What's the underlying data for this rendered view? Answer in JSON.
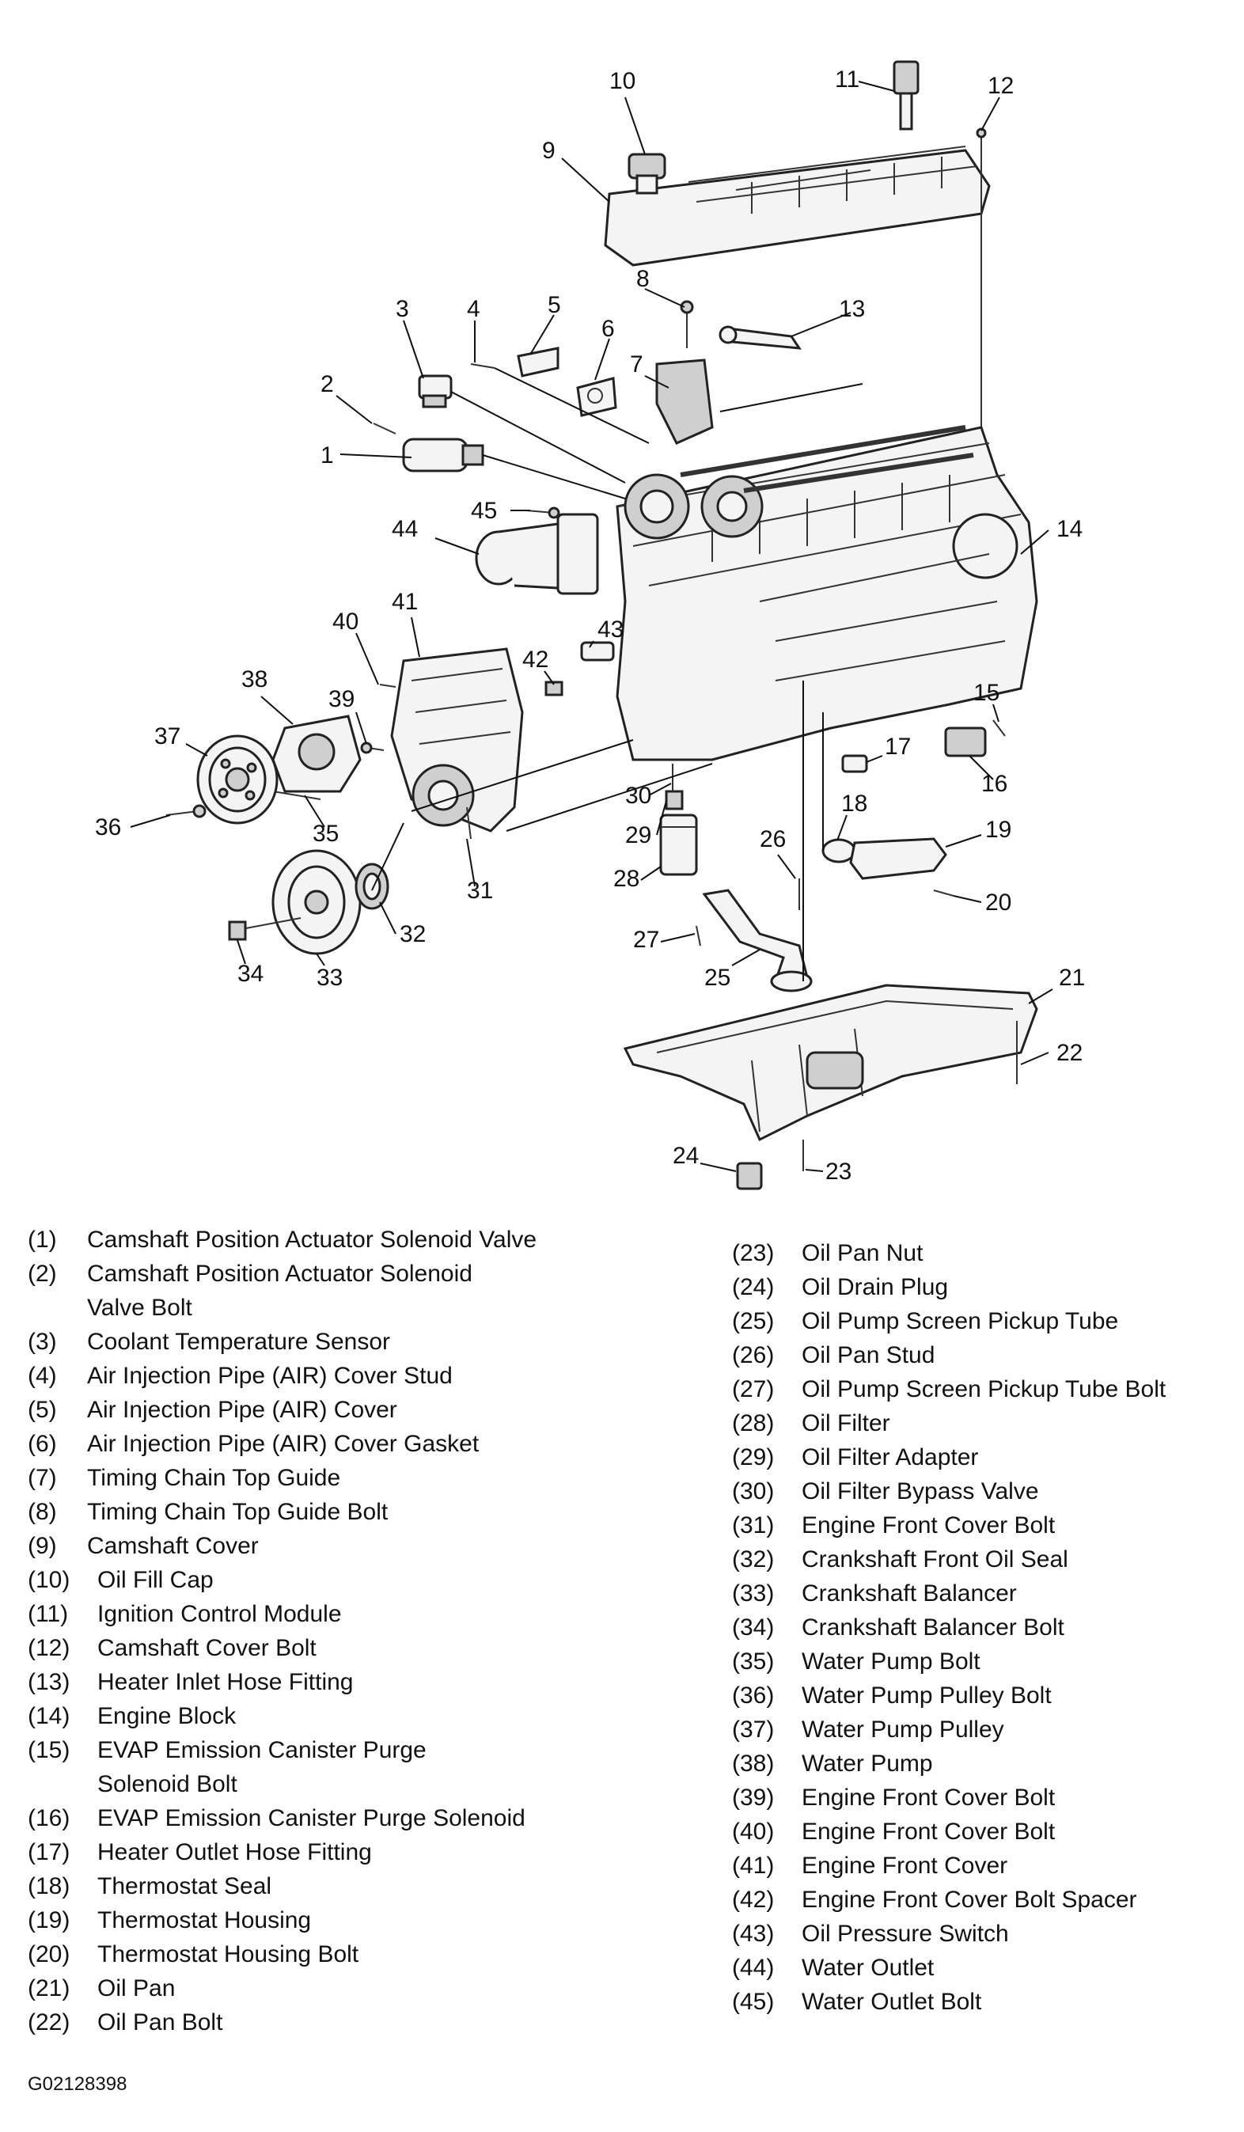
{
  "callouts": [
    "1",
    "2",
    "3",
    "4",
    "5",
    "6",
    "7",
    "8",
    "9",
    "10",
    "11",
    "12",
    "13",
    "14",
    "15",
    "16",
    "17",
    "18",
    "19",
    "20",
    "21",
    "22",
    "23",
    "24",
    "25",
    "26",
    "27",
    "28",
    "29",
    "30",
    "31",
    "32",
    "33",
    "34",
    "35",
    "36",
    "37",
    "38",
    "39",
    "40",
    "41",
    "42",
    "43",
    "44",
    "45"
  ],
  "legend_left": [
    {
      "num": "(1)",
      "text": "Camshaft Position Actuator Solenoid Valve"
    },
    {
      "num": "(2)",
      "text": "Camshaft Position Actuator Solenoid\nValve Bolt"
    },
    {
      "num": "(3)",
      "text": "Coolant Temperature Sensor"
    },
    {
      "num": "(4)",
      "text": "Air Injection Pipe (AIR) Cover Stud"
    },
    {
      "num": "(5)",
      "text": "Air Injection Pipe (AIR) Cover"
    },
    {
      "num": "(6)",
      "text": "Air Injection Pipe (AIR) Cover Gasket"
    },
    {
      "num": "(7)",
      "text": "Timing Chain Top Guide"
    },
    {
      "num": "(8)",
      "text": "Timing Chain Top Guide Bolt"
    },
    {
      "num": "(9)",
      "text": "Camshaft Cover"
    },
    {
      "num": "(10)",
      "text": "Oil Fill Cap"
    },
    {
      "num": "(11)",
      "text": "Ignition Control Module"
    },
    {
      "num": "(12)",
      "text": "Camshaft Cover Bolt"
    },
    {
      "num": "(13)",
      "text": "Heater Inlet Hose Fitting"
    },
    {
      "num": "(14)",
      "text": "Engine Block"
    },
    {
      "num": "(15)",
      "text": "EVAP Emission Canister Purge\nSolenoid Bolt"
    },
    {
      "num": "(16)",
      "text": "EVAP Emission Canister Purge Solenoid"
    },
    {
      "num": "(17)",
      "text": "Heater Outlet Hose Fitting"
    },
    {
      "num": "(18)",
      "text": "Thermostat Seal"
    },
    {
      "num": "(19)",
      "text": "Thermostat Housing"
    },
    {
      "num": "(20)",
      "text": "Thermostat Housing Bolt"
    },
    {
      "num": "(21)",
      "text": "Oil Pan"
    },
    {
      "num": "(22)",
      "text": "Oil Pan Bolt"
    }
  ],
  "legend_right": [
    {
      "num": "(23)",
      "text": "Oil Pan Nut"
    },
    {
      "num": "(24)",
      "text": "Oil Drain Plug"
    },
    {
      "num": "(25)",
      "text": "Oil Pump Screen Pickup Tube"
    },
    {
      "num": "(26)",
      "text": "Oil Pan Stud"
    },
    {
      "num": "(27)",
      "text": "Oil Pump Screen Pickup Tube Bolt"
    },
    {
      "num": "(28)",
      "text": "Oil Filter"
    },
    {
      "num": "(29)",
      "text": "Oil Filter Adapter"
    },
    {
      "num": "(30)",
      "text": "Oil Filter Bypass Valve"
    },
    {
      "num": "(31)",
      "text": "Engine Front Cover Bolt"
    },
    {
      "num": "(32)",
      "text": "Crankshaft Front Oil Seal"
    },
    {
      "num": "(33)",
      "text": "Crankshaft Balancer"
    },
    {
      "num": "(34)",
      "text": "Crankshaft Balancer Bolt"
    },
    {
      "num": "(35)",
      "text": "Water Pump Bolt"
    },
    {
      "num": "(36)",
      "text": "Water Pump Pulley Bolt"
    },
    {
      "num": "(37)",
      "text": "Water Pump Pulley"
    },
    {
      "num": "(38)",
      "text": "Water Pump"
    },
    {
      "num": "(39)",
      "text": "Engine Front Cover Bolt"
    },
    {
      "num": "(40)",
      "text": "Engine Front Cover Bolt"
    },
    {
      "num": "(41)",
      "text": "Engine Front Cover"
    },
    {
      "num": "(42)",
      "text": "Engine Front Cover Bolt Spacer"
    },
    {
      "num": "(43)",
      "text": "Oil Pressure Switch"
    },
    {
      "num": "(44)",
      "text": "Water Outlet"
    },
    {
      "num": "(45)",
      "text": "Water Outlet Bolt"
    }
  ],
  "figure_id": "G02128398"
}
